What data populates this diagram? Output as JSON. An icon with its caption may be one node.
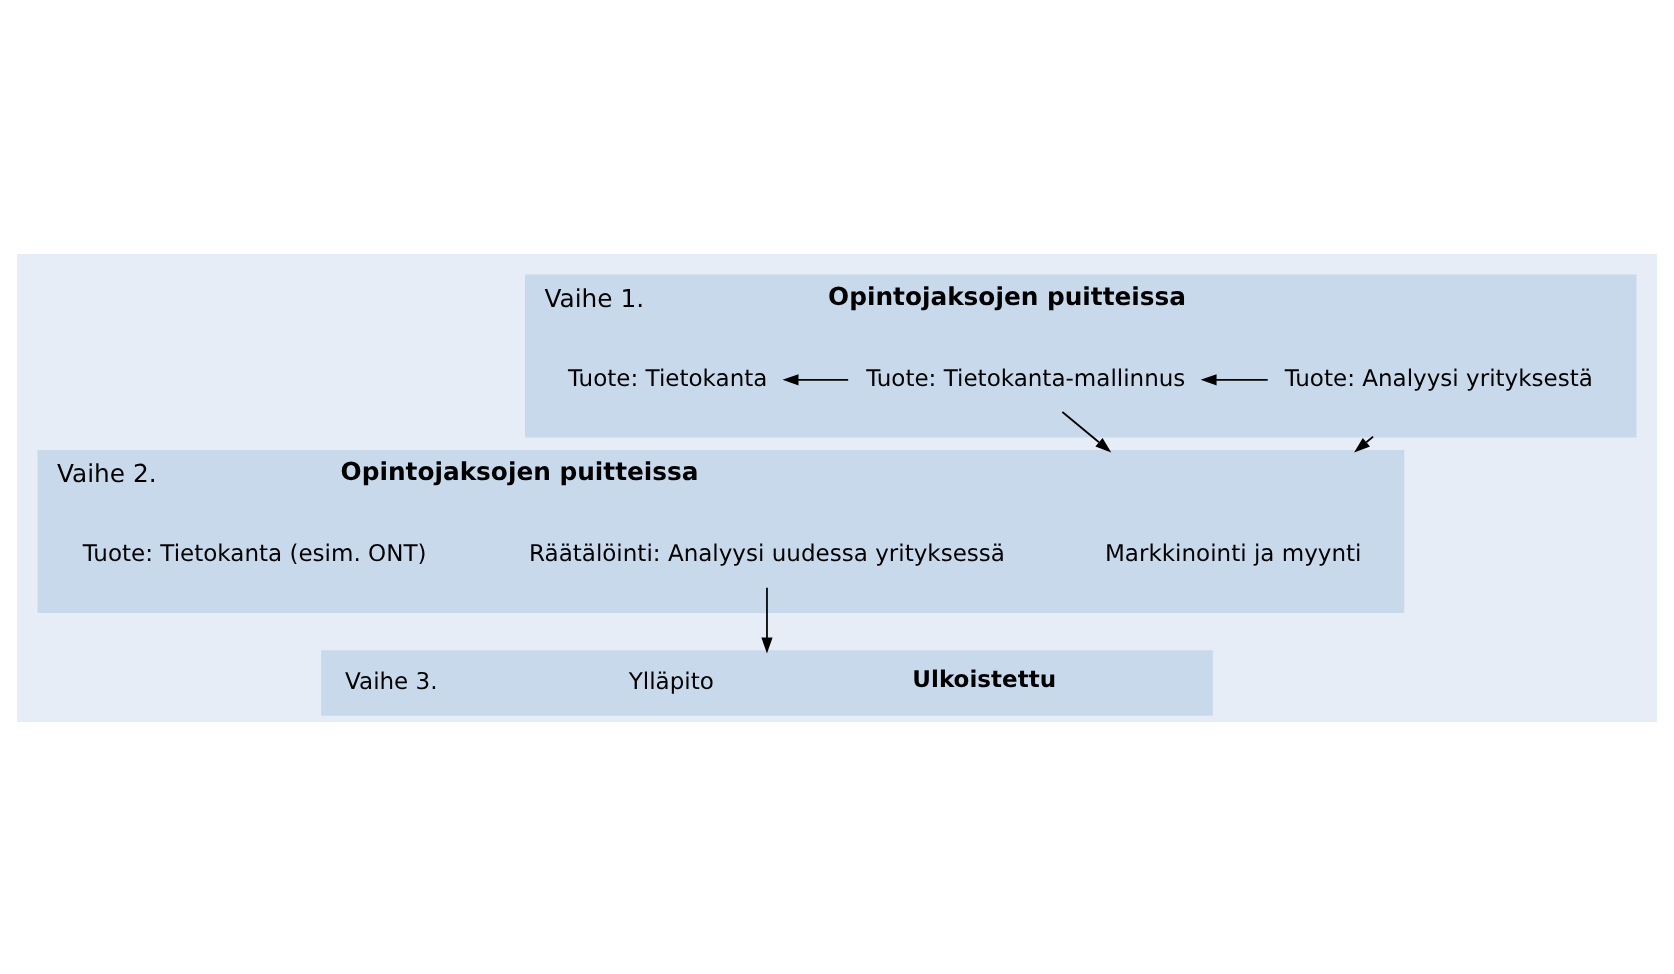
{
  "diagram": {
    "nodes": [
      {
        "text": [
          "Vaihe 1.",
          "Opintojaksojen puitteissa"
        ]
      },
      {
        "text": [
          "Tuote: Analyysi yrityksestä"
        ],
        "in": 0
      },
      {
        "text": [
          "Tuote: Tietokanta-mallinnus"
        ],
        "in": 0
      },
      {
        "text": [
          "Tuote: Tietokanta"
        ],
        "in": 0
      },
      {
        "text": [
          "Vaihe 2.",
          "Opintojaksojen puitteissa"
        ]
      },
      {
        "text": [
          "Markkinointi ja myynti"
        ],
        "in": 4
      },
      {
        "text": [
          "Räätälöinti: Analyysi uudessa yrityksessä"
        ],
        "in": 4
      },
      {
        "text": [
          "Tuote: Tietokanta (esim. ONT)"
        ],
        "in": 4
      },
      {
        "text": [
          "Vaihe 3.",
          "Ylläpito",
          "Ulkoistettu"
        ]
      }
    ],
    "edges": [
      {
        "from": 1,
        "to": 2,
        "arrow": "to"
      },
      {
        "from": 2,
        "to": 3,
        "arrow": "to"
      },
      {
        "from": 0,
        "to": 4,
        "arrow": "to"
      },
      {
        "from": 2,
        "to": 4,
        "arrow": "to"
      },
      {
        "from": 6,
        "to": 8,
        "arrow": "to"
      }
    ]
  }
}
